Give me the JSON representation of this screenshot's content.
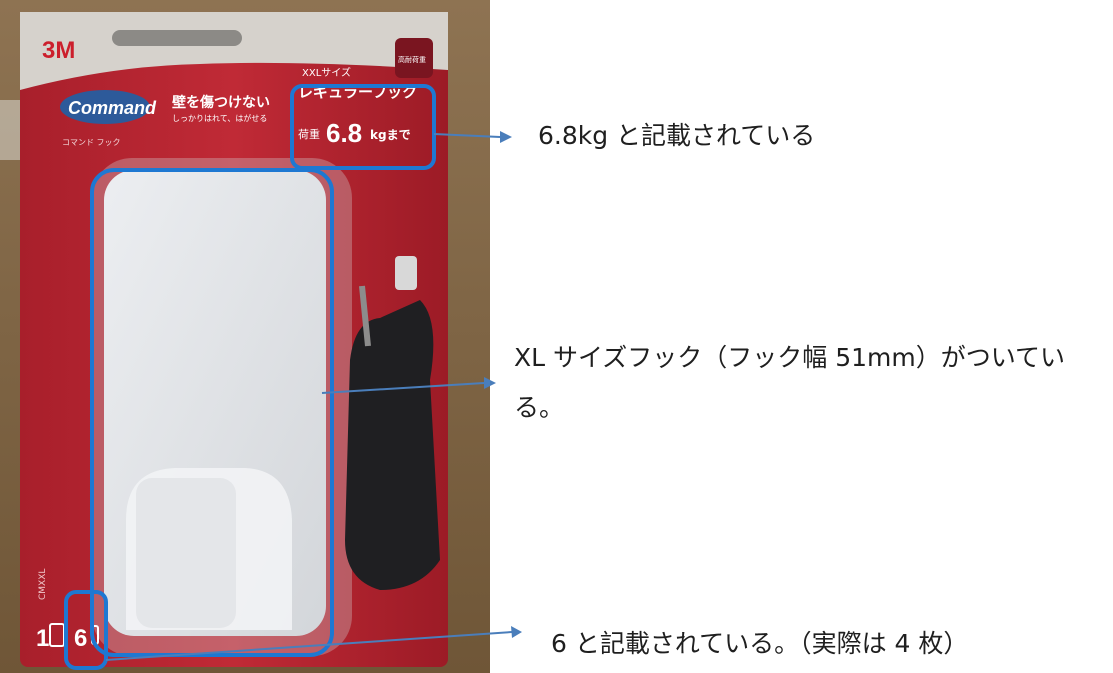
{
  "photo": {
    "brand": "3M",
    "product": "Command",
    "product_kana": "コマンド フック",
    "size": "XXLサイズ",
    "tagline": "壁を傷つけない",
    "tagline_sub": "しっかりはれて、はがせる",
    "badge": "高耐荷重",
    "hook_type": "レギュラーフック",
    "load_prefix": "荷重",
    "load_value": "6.8",
    "load_suffix": "kgまで",
    "model": "CMXXL",
    "count_hooks": "1",
    "count_strips": "6"
  },
  "annotations": [
    {
      "text": "6.8kg と記載されている"
    },
    {
      "text": "XL サイズフック（フック幅 51mm）がついている。"
    },
    {
      "text": "6 と記載されている。（実際は 4 枚）"
    }
  ],
  "colors": {
    "highlight": "#1e78d2",
    "arrow": "#4a7ebb",
    "package": "#b4232f"
  }
}
